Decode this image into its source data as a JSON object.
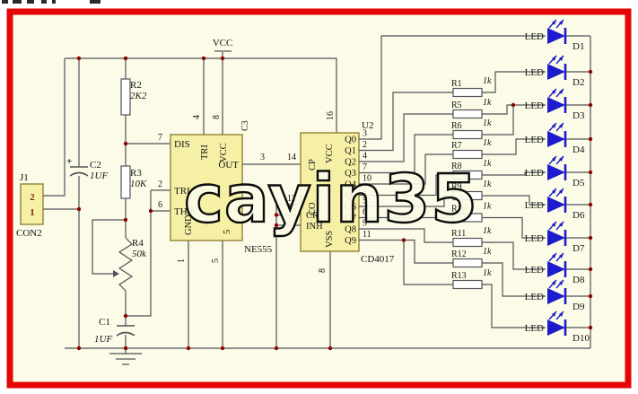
{
  "watermark": "cayin35",
  "power": {
    "label": "VCC"
  },
  "connector": {
    "ref": "J1",
    "type": "CON2",
    "pin_top": "2",
    "pin_bottom": "1"
  },
  "timer_ic": {
    "name": "NE555",
    "tag": "C3",
    "pins": {
      "dis": {
        "num": "7",
        "label": "DIS"
      },
      "tri": {
        "num": "2",
        "label": "TRI"
      },
      "thr": {
        "num": "6",
        "label": "THR"
      },
      "rst": {
        "num": "4",
        "label": "TRI"
      },
      "vcc": {
        "num": "8",
        "label": "VCC"
      },
      "out": {
        "num": "3",
        "label": "OUT"
      },
      "gnd": {
        "num": "1",
        "label": "GND"
      },
      "cv": {
        "num": "5",
        "label": "5"
      }
    }
  },
  "counter_ic": {
    "ref": "U2",
    "name": "CD4017",
    "clock": {
      "num": "14",
      "label": "CP"
    },
    "left_pins": [
      {
        "num": "12",
        "label": "CO"
      },
      {
        "num": "15",
        "label": "CR"
      },
      {
        "num": "13",
        "label": "INH"
      }
    ],
    "vcc": {
      "num": "16",
      "label": "VCC"
    },
    "vss": {
      "num": "8",
      "label": "VSS"
    },
    "outputs": [
      {
        "num": "3",
        "label": "Q0"
      },
      {
        "num": "2",
        "label": "Q1"
      },
      {
        "num": "4",
        "label": "Q2"
      },
      {
        "num": "7",
        "label": "Q3"
      },
      {
        "num": "10",
        "label": "Q4"
      },
      {
        "num": "1",
        "label": "Q5"
      },
      {
        "num": "5",
        "label": "Q6"
      },
      {
        "num": "6",
        "label": "Q7"
      },
      {
        "num": "9",
        "label": "Q8"
      },
      {
        "num": "11",
        "label": "Q9"
      }
    ]
  },
  "out_net": {
    "from": "3",
    "to": "14"
  },
  "passives": {
    "r2": {
      "ref": "R2",
      "value": "2K2"
    },
    "r3": {
      "ref": "R3",
      "value": "10K"
    },
    "r4": {
      "ref": "R4",
      "value": "50k"
    },
    "c2": {
      "ref": "C2",
      "value": "1UF",
      "plus": "+"
    },
    "c1": {
      "ref": "C1",
      "value": "1UF"
    }
  },
  "series_resistors": [
    {
      "ref": "R1",
      "value": "1k"
    },
    {
      "ref": "R5",
      "value": "1k"
    },
    {
      "ref": "R6",
      "value": "1k"
    },
    {
      "ref": "R7",
      "value": "1k"
    },
    {
      "ref": "R8",
      "value": "1k"
    },
    {
      "ref": "R9",
      "value": "1k"
    },
    {
      "ref": "R10",
      "value": "1k"
    },
    {
      "ref": "R11",
      "value": "1k"
    },
    {
      "ref": "R12",
      "value": "1k"
    },
    {
      "ref": "R13",
      "value": "1k"
    }
  ],
  "leds": [
    {
      "ref": "D1",
      "label": "LED"
    },
    {
      "ref": "D2",
      "label": "LED"
    },
    {
      "ref": "D3",
      "label": "LED"
    },
    {
      "ref": "D4",
      "label": "LED"
    },
    {
      "ref": "D5",
      "label": "LED"
    },
    {
      "ref": "D6",
      "label": "LED"
    },
    {
      "ref": "D7",
      "label": "LED"
    },
    {
      "ref": "D8",
      "label": "LED"
    },
    {
      "ref": "D9",
      "label": "LED"
    },
    {
      "ref": "D10",
      "label": "LED"
    }
  ],
  "colors": {
    "border": "#e60505",
    "background": "#fbfbe7",
    "ic_fill": "#f6f0a6",
    "ic_stroke": "#8a7a2a",
    "wire": "#52525a",
    "led": "#1c1ccd",
    "dot": "#8b0000",
    "label": "#141414",
    "pin_digit": "#8b2e00"
  }
}
